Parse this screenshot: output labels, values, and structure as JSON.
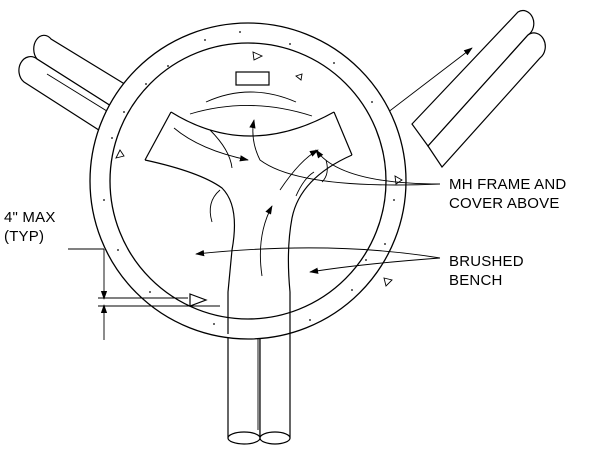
{
  "labels": {
    "max_spacing": [
      "4\" MAX",
      "(TYP)"
    ],
    "frame_cover": [
      "MH FRAME AND",
      "COVER ABOVE"
    ],
    "bench": [
      "BRUSHED",
      "BENCH"
    ]
  },
  "colors": {
    "line": "#000000",
    "background": "#ffffff"
  }
}
